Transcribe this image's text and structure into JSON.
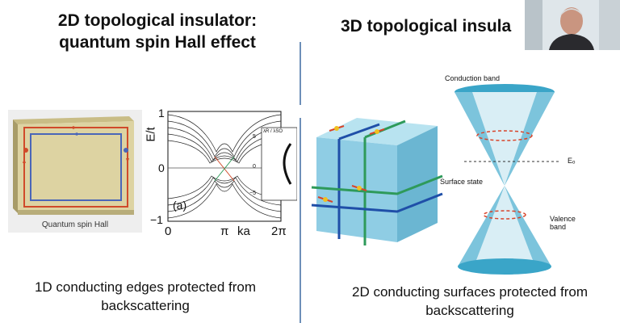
{
  "slide": {
    "left": {
      "title_line1": "2D topological insulator:",
      "title_line2": "quantum spin Hall effect",
      "image_caption": "Quantum spin Hall",
      "plot": {
        "y_axis_label": "E/t",
        "y_ticks": [
          "1",
          "0",
          "−1"
        ],
        "x_ticks": [
          "0",
          "π",
          "2π"
        ],
        "x_label": "ka",
        "panel_label": "(a)",
        "inset_ticks": [
          "5",
          "0",
          "−5"
        ],
        "inset_label": "λR / λSO"
      },
      "caption_line1": "1D conducting edges protected from",
      "caption_line2": "backscattering"
    },
    "right": {
      "title": "3D topological insula",
      "cone_labels": {
        "conduction": "Conduction band",
        "fermi": "Eₒ",
        "surface": "Surface state",
        "valence_line1": "Valence",
        "valence_line2": "band"
      },
      "caption_line1": "2D conducting surfaces protected from",
      "caption_line2": "backscattering"
    }
  },
  "colors": {
    "divider": "#6d8fb8",
    "cube_face": "#8fcde4",
    "edge_red": "#d8442a",
    "edge_blue": "#1f4fa8",
    "edge_green": "#2e9a5a",
    "cone": "#3aa5c8"
  }
}
